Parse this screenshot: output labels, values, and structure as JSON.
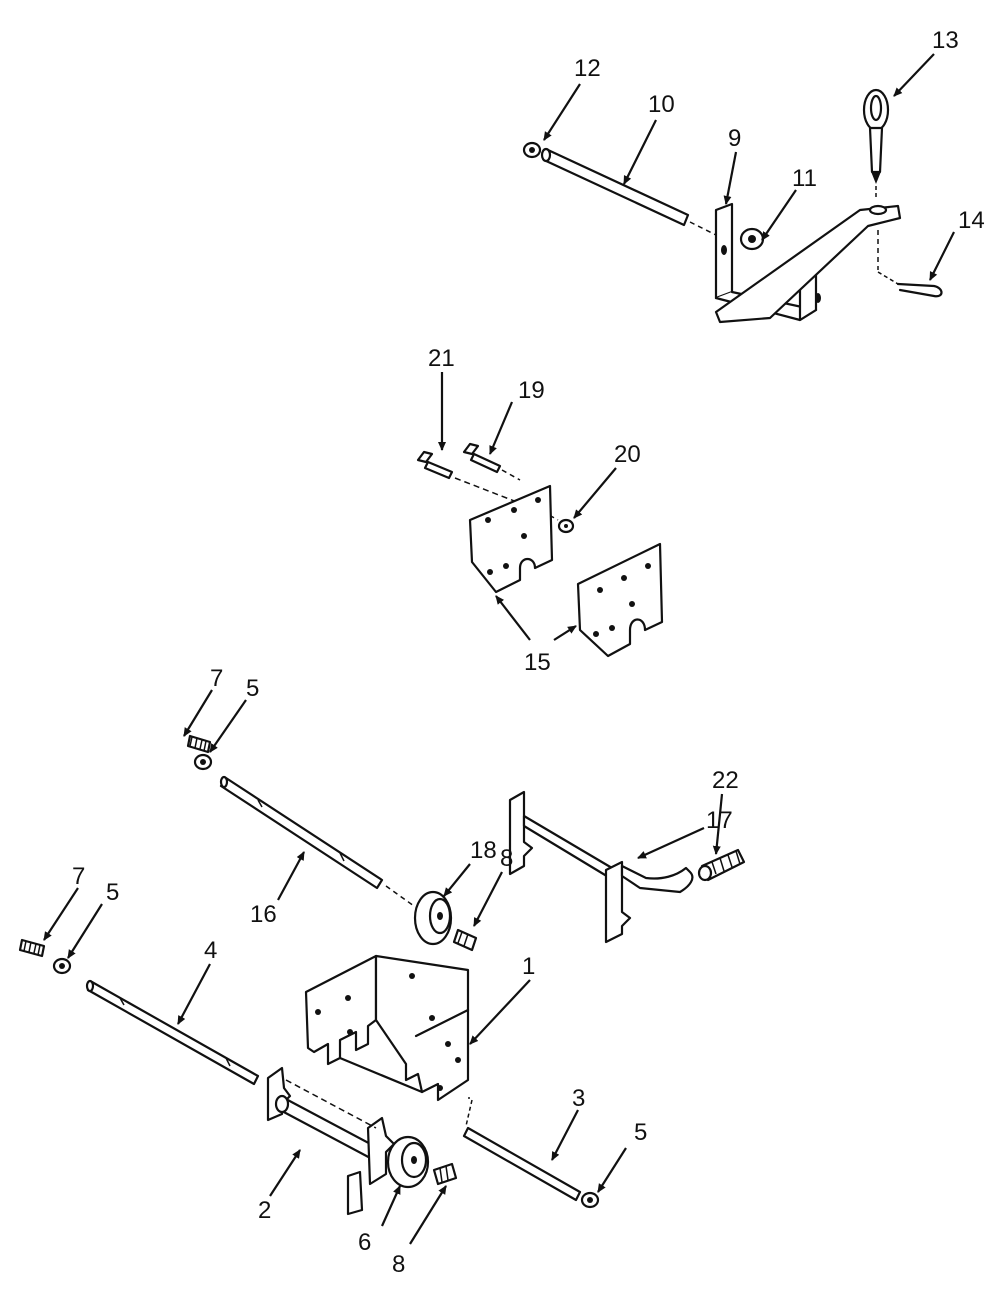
{
  "diagram": {
    "callouts": {
      "p1": "1",
      "p2": "2",
      "p3": "3",
      "p4": "4",
      "p5a": "5",
      "p5b": "5",
      "p5c": "5",
      "p6": "6",
      "p7a": "7",
      "p7b": "7",
      "p8a": "8",
      "p8b": "8",
      "p9": "9",
      "p10": "10",
      "p11": "11",
      "p12": "12",
      "p13": "13",
      "p14": "14",
      "p15": "15",
      "p16": "16",
      "p17": "17",
      "p18": "18",
      "p19": "19",
      "p20": "20",
      "p21": "21",
      "p22": "22"
    }
  }
}
